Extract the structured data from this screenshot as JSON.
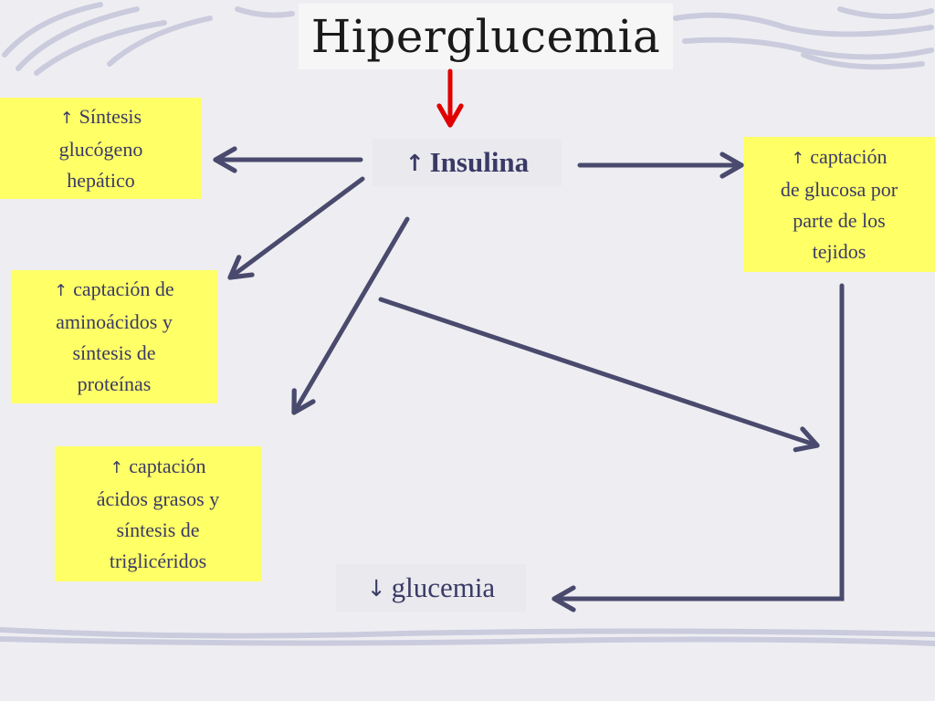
{
  "title": "Hiperglucemia",
  "center": {
    "arrow": "↑",
    "label": "Insulina"
  },
  "bottom": {
    "arrow": "↓",
    "label": "glucemia"
  },
  "boxes": {
    "glycogen": {
      "arrow": "↑",
      "lines": [
        "Síntesis",
        "glucógeno",
        "hepático"
      ]
    },
    "amino": {
      "arrow": "↑",
      "lines": [
        "captación de",
        "aminoácidos y",
        "síntesis de",
        "proteínas"
      ]
    },
    "fatty": {
      "arrow": "↑",
      "lines": [
        "captación",
        "ácidos grasos y",
        "síntesis de",
        "triglicéridos"
      ]
    },
    "glucose_uptake": {
      "arrow": "↑",
      "lines": [
        "captación",
        "de glucosa por",
        "parte de los",
        "tejidos"
      ]
    }
  },
  "colors": {
    "box": "#ffff66",
    "text": "#3a3a66",
    "arrow": "#4a4a6e",
    "title_arrow": "#e00000"
  }
}
